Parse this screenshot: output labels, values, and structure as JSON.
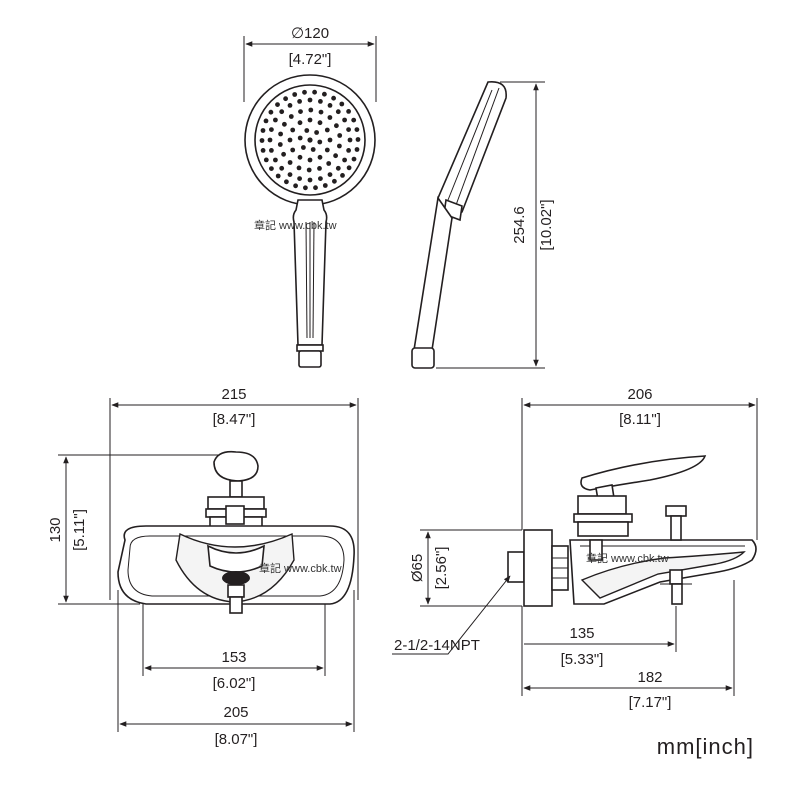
{
  "shower_head": {
    "diameter_mm": "∅120",
    "diameter_in": "[4.72\"]",
    "length_mm": "254.6",
    "length_in": "[10.02\"]"
  },
  "mixer_front": {
    "width_top_mm": "215",
    "width_top_in": "[8.47\"]",
    "height_mm": "130",
    "height_in": "[5.11\"]",
    "mount_mm": "153",
    "mount_in": "[6.02\"]",
    "width_bottom_mm": "205",
    "width_bottom_in": "[8.07\"]"
  },
  "mixer_side": {
    "length_top_mm": "206",
    "length_top_in": "[8.11\"]",
    "flange_mm": "Ø65",
    "flange_in": "[2.56\"]",
    "thread": "2-1/2-14NPT",
    "outlet_mm": "135",
    "outlet_in": "[5.33\"]",
    "spout_mm": "182",
    "spout_in": "[7.17\"]"
  },
  "watermark": "章記 www.cbk.tw",
  "units": "mm[inch]"
}
